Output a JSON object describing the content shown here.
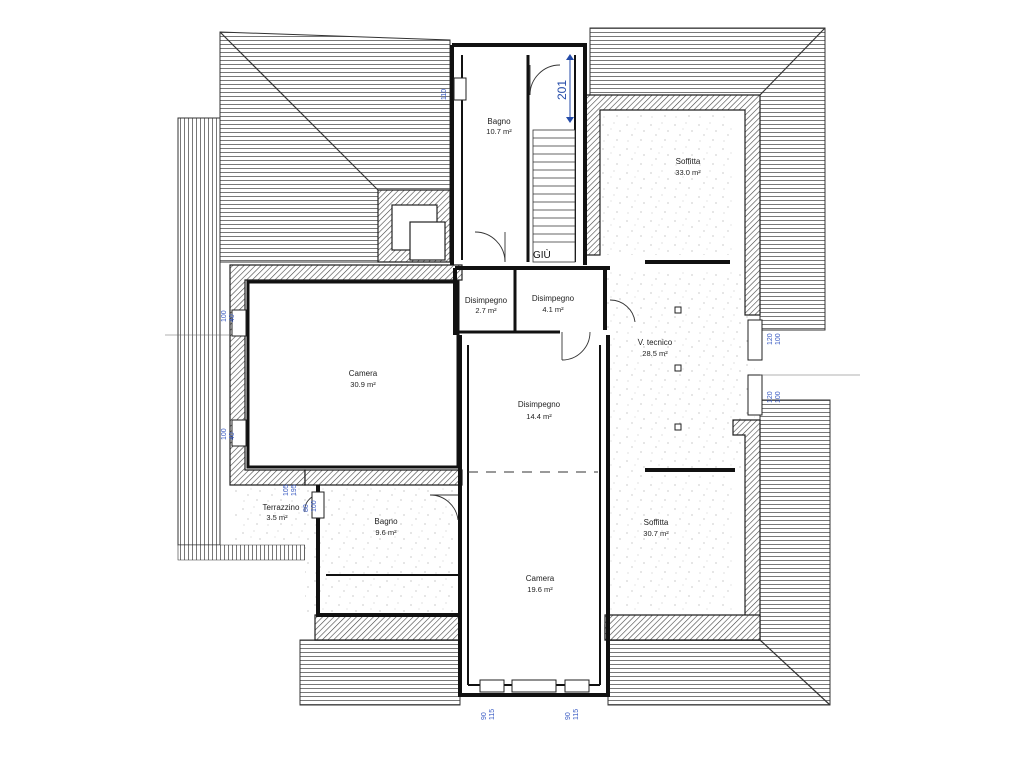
{
  "rooms": {
    "bagno_top": {
      "name": "Bagno",
      "area": "10.7 m²"
    },
    "soffitta_top": {
      "name": "Soffitta",
      "area": "33.0 m²"
    },
    "disimpegno_small": {
      "name": "Disimpegno",
      "area": "2.7 m²"
    },
    "disimpegno_mid": {
      "name": "Disimpegno",
      "area": "4.1 m²"
    },
    "v_tecnico": {
      "name": "V. tecnico",
      "area": "28.5 m²"
    },
    "camera_left": {
      "name": "Camera",
      "area": "30.9 m²"
    },
    "disimpegno_main": {
      "name": "Disimpegno",
      "area": "14.4 m²"
    },
    "terrazzino": {
      "name": "Terrazzino",
      "area": "3.5 m²"
    },
    "bagno_bottom": {
      "name": "Bagno",
      "area": "9.6 m²"
    },
    "soffitta_bottom": {
      "name": "Soffitta",
      "area": "30.7 m²"
    },
    "camera_bottom": {
      "name": "Camera",
      "area": "19.6 m²"
    }
  },
  "stair_label": "GIÙ",
  "dimensions": {
    "top_big": "201",
    "left_w1": "100",
    "left_w1b": "40",
    "left_w2": "100",
    "left_w2b": "40",
    "right_w1": "120",
    "right_w1b": "100",
    "right_w2": "120",
    "right_w2b": "100",
    "terr_a": "105",
    "terr_b": "195",
    "terr_c": "80",
    "terr_d": "100",
    "bottom_a": "90",
    "bottom_b": "115",
    "bottom_c": "90",
    "bottom_d": "115",
    "top_small": "110"
  }
}
